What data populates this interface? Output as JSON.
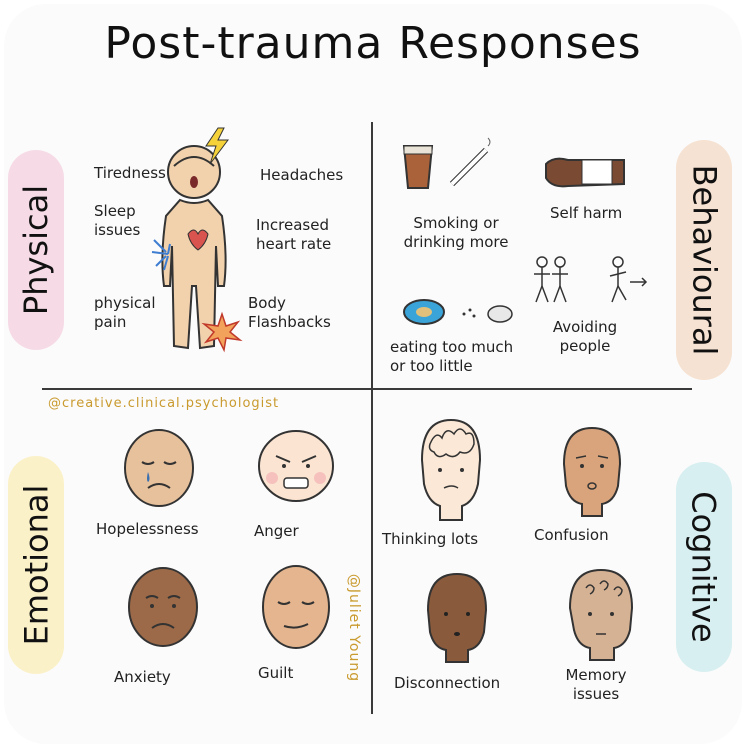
{
  "title": "Post-trauma Responses",
  "quadrants": {
    "physical": {
      "label": "Physical",
      "items": [
        "Tiredness",
        "Sleep issues",
        "physical pain",
        "Headaches",
        "Increased heart rate",
        "Body Flashbacks"
      ]
    },
    "behavioural": {
      "label": "Behavioural",
      "items": [
        "Smoking or drinking more",
        "Self harm",
        "eating too much or too little",
        "Avoiding people"
      ]
    },
    "emotional": {
      "label": "Emotional",
      "items": [
        "Hopelessness",
        "Anger",
        "Anxiety",
        "Guilt"
      ]
    },
    "cognitive": {
      "label": "Cognitive",
      "items": [
        "Thinking lots",
        "Confusion",
        "Disconnection",
        "Memory issues"
      ]
    }
  },
  "credits": {
    "handle": "@creative.clinical.psychologist",
    "author": "@Juliet Young"
  },
  "colors": {
    "physical_tab": "#f6dbe6",
    "behavioural_tab": "#f6e2d2",
    "emotional_tab": "#fbf1c9",
    "cognitive_tab": "#d7eff0",
    "credit_text": "#c99a2e"
  }
}
